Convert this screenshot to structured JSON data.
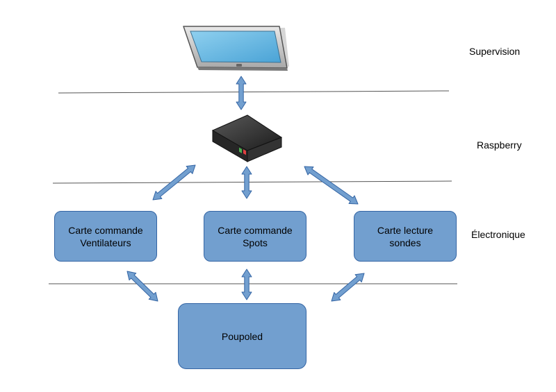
{
  "layers": {
    "supervision": "Supervision",
    "raspberry": "Raspberry",
    "electronique": "Électronique"
  },
  "boxes": {
    "ventilateurs": {
      "line1": "Carte commande",
      "line2": "Ventilateurs"
    },
    "spots": {
      "line1": "Carte commande",
      "line2": "Spots"
    },
    "sondes": {
      "line1": "Carte lecture",
      "line2": "sondes"
    },
    "poupoled": {
      "label": "Poupoled"
    }
  },
  "icons": {
    "monitor": "monitor-icon",
    "raspberry": "raspberry-device-icon"
  },
  "colors": {
    "box_fill": "#729fcf",
    "box_border": "#3465a4",
    "arrow": "#729fcf",
    "arrow_border": "#3465a4",
    "separator": "#555555"
  }
}
